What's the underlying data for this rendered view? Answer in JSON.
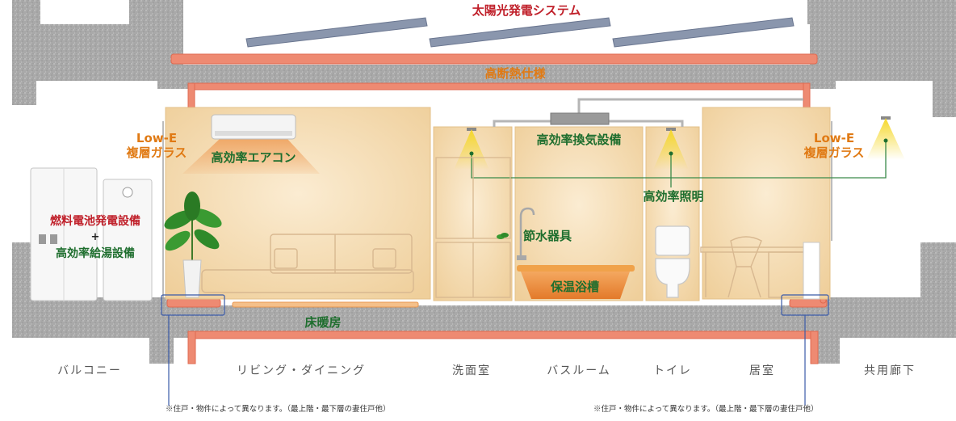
{
  "labels": {
    "solar": "太陽光発電システム",
    "insulation": "高断熱仕様",
    "lowe_left_1": "Low-E",
    "lowe_left_2": "複層ガラス",
    "lowe_right_1": "Low-E",
    "lowe_right_2": "複層ガラス",
    "aircon": "高効率エアコン",
    "ventilation": "高効率換気設備",
    "lighting": "高効率照明",
    "water_saving": "節水器具",
    "bathtub": "保温浴槽",
    "floor_heating": "床暖房",
    "fuel_cell": "燃料電池発電設備",
    "plus": "+",
    "water_heater": "高効率給湯設備"
  },
  "rooms": [
    "バルコニー",
    "リビング・ダイニング",
    "洗面室",
    "バスルーム",
    "トイレ",
    "居室",
    "共用廊下"
  ],
  "notes": {
    "left": "※住戸・物件によって異なります。（最上階・最下層の妻住戸他）",
    "right": "※住戸・物件によって異なります。（最上階・最下層の妻住戸他）"
  },
  "colors": {
    "concrete": "#a8a8a8",
    "insulation": "#ee8a72",
    "room_fill": "#f4dcb5",
    "label_red": "#c0202a",
    "label_orange": "#e07a14",
    "label_green": "#1e6e2e",
    "solar_panel": "#8a96ad",
    "light_cone": "#f7e24a",
    "note_line": "#3a5aa8"
  }
}
